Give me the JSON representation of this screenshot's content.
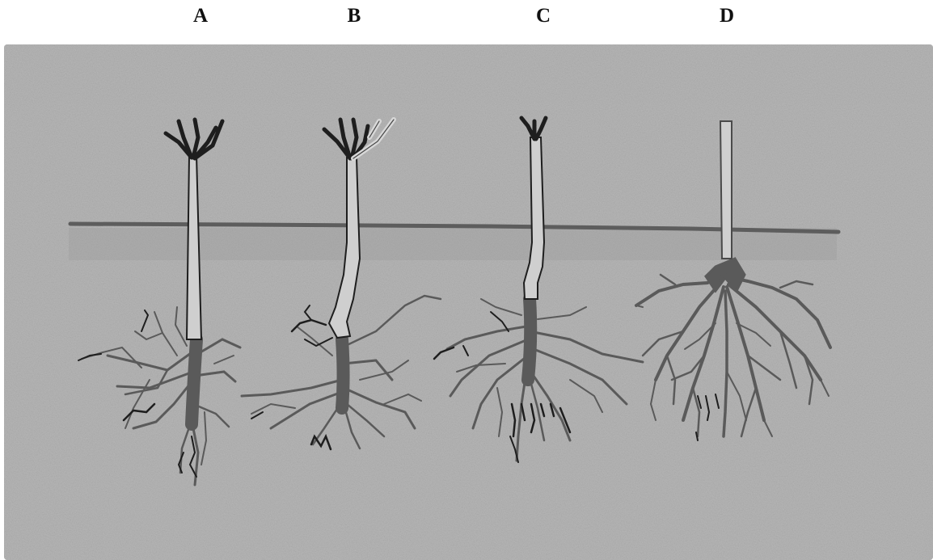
{
  "labels": {
    "a": "A",
    "b": "B",
    "c": "C",
    "d": "D"
  },
  "colors": {
    "background_panel": "#b8b8b8",
    "soil_line": "#5d5d5d",
    "roots": "#5a5a5a",
    "outline": "#1e1e1e",
    "stem_fill": "#cfcfcf"
  }
}
